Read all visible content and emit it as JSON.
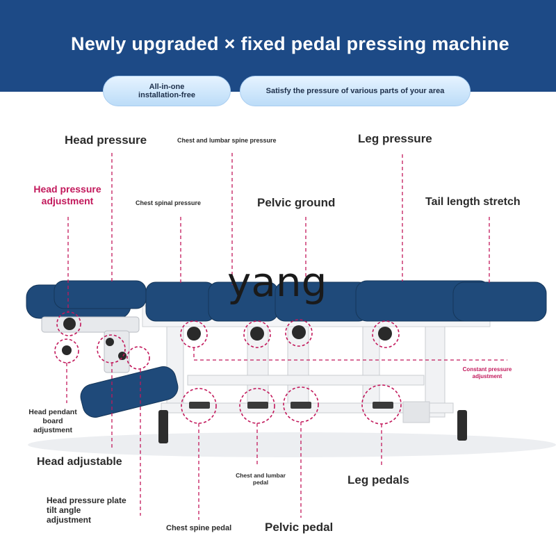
{
  "header": {
    "title": "Newly upgraded × fixed pedal pressing machine",
    "pill_left_line1": "All-in-one",
    "pill_left_line2": "installation-free",
    "pill_right": "Satisfy the pressure of various parts of your area"
  },
  "colors": {
    "banner": "#1d4a86",
    "cushion": "#1f4a7a",
    "frame": "#f2f3f5",
    "callout": "#c2185b"
  },
  "labels": {
    "head_pressure": "Head pressure",
    "chest_lumbar_spine_pressure": "Chest and lumbar spine pressure",
    "leg_pressure": "Leg pressure",
    "head_pressure_adjustment_line1": "Head pressure",
    "head_pressure_adjustment_line2": "adjustment",
    "chest_spinal_pressure": "Chest spinal pressure",
    "pelvic_ground": "Pelvic ground",
    "tail_length_stretch": "Tail length stretch",
    "constant_pressure_line1": "Constant pressure",
    "constant_pressure_line2": "adjustment",
    "head_pendant_line1": "Head pendant",
    "head_pendant_line2": "board",
    "head_pendant_line3": "adjustment",
    "head_adjustable": "Head adjustable",
    "chest_lumbar_pedal_line1": "Chest and lumbar",
    "chest_lumbar_pedal_line2": "pedal",
    "leg_pedals": "Leg pedals",
    "tilt_line1": "Head pressure plate",
    "tilt_line2": "tilt angle",
    "tilt_line3": "adjustment",
    "chest_spine_pedal": "Chest spine pedal",
    "pelvic_pedal": "Pelvic pedal"
  },
  "watermark": "yang"
}
